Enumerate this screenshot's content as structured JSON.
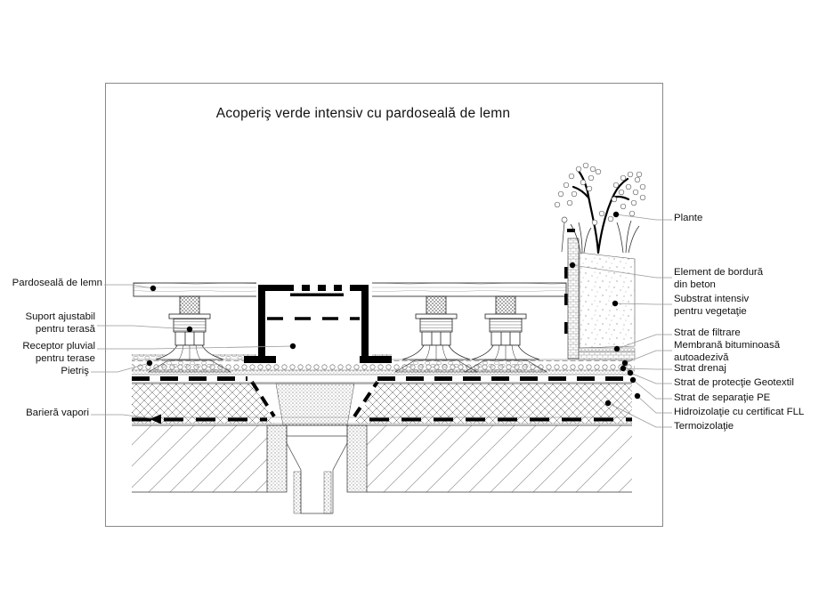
{
  "title": "Acoperiş verde intensiv cu pardoseală de lemn",
  "left_labels": [
    {
      "lines": [
        "Pardoseală de lemn"
      ]
    },
    {
      "lines": [
        "Suport ajustabil",
        "pentru terasă"
      ]
    },
    {
      "lines": [
        "Receptor pluvial",
        "pentru terase"
      ]
    },
    {
      "lines": [
        "Pietriş"
      ]
    },
    {
      "lines": [
        "Barieră vapori"
      ]
    }
  ],
  "right_labels": [
    {
      "lines": [
        "Plante"
      ]
    },
    {
      "lines": [
        "Element de bordură",
        "din beton"
      ]
    },
    {
      "lines": [
        "Substrat intensiv",
        "pentru vegetaţie"
      ]
    },
    {
      "lines": [
        "Strat de filtrare"
      ]
    },
    {
      "lines": [
        "Membrană bituminoasă",
        "autoadezivă"
      ]
    },
    {
      "lines": [
        "Strat drenaj"
      ]
    },
    {
      "lines": [
        "Strat de protecţie Geotextil"
      ]
    },
    {
      "lines": [
        "Strat de separaţie PE"
      ]
    },
    {
      "lines": [
        "Hidroizolaţie cu certificat FLL"
      ]
    },
    {
      "lines": [
        "Termoizolaţie"
      ]
    }
  ],
  "colors": {
    "ink": "#1a1a1a",
    "leader": "#999999",
    "background": "#ffffff"
  }
}
